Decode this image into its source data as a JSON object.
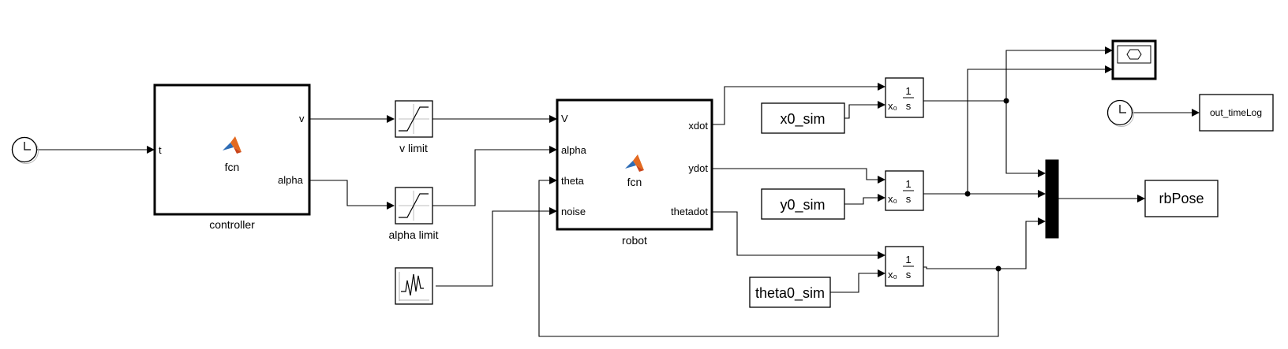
{
  "blocks": {
    "clock1": {
      "name": "clock"
    },
    "controller": {
      "label": "controller",
      "fcn": "fcn",
      "ports_in": [
        "t"
      ],
      "ports_out": [
        "v",
        "alpha"
      ]
    },
    "v_limit": {
      "label": "v limit"
    },
    "alpha_limit": {
      "label": "alpha limit"
    },
    "noise_source": {
      "name": "signal-builder"
    },
    "robot": {
      "label": "robot",
      "fcn": "fcn",
      "ports_in": [
        "V",
        "alpha",
        "theta",
        "noise"
      ],
      "ports_out": [
        "xdot",
        "ydot",
        "thetadot"
      ]
    },
    "x0_sim": {
      "text": "x0_sim"
    },
    "y0_sim": {
      "text": "y0_sim"
    },
    "theta0_sim": {
      "text": "theta0_sim"
    },
    "integrator": {
      "num": "1",
      "den": "s",
      "x0": "x₀"
    },
    "clock2": {
      "name": "clock"
    },
    "out_timeLog": {
      "text": "out_timeLog"
    },
    "rbPose": {
      "text": "rbPose"
    }
  }
}
